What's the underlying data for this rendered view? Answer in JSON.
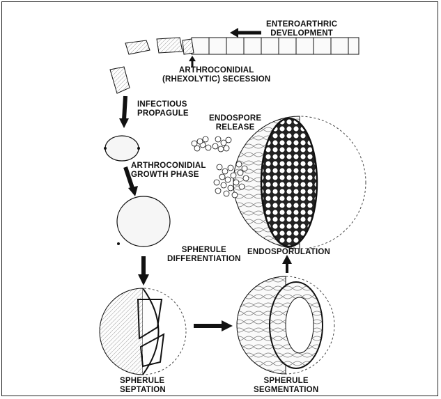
{
  "labels": {
    "enteroarthric": [
      "ENTEROARTHRIC",
      "DEVELOPMENT"
    ],
    "arthroconidial_secession": [
      "ARTHROCONIDIAL",
      "(RHEXOLYTIC) SECESSION"
    ],
    "infectious_propagule": [
      "INFECTIOUS",
      "PROPAGULE"
    ],
    "endospore_release": [
      "ENDOSPORE",
      "RELEASE"
    ],
    "growth_phase": [
      "ARTHROCONIDIAL",
      "GROWTH PHASE"
    ],
    "spherule_differentiation": [
      "SPHERULE",
      "DIFFERENTIATION"
    ],
    "endosporulation": "ENDOSPORULATION",
    "spherule_septation": [
      "SPHERULE",
      "SEPTATION"
    ],
    "spherule_segmentation": [
      "SPHERULE",
      "SEGMENTATION"
    ]
  },
  "colors": {
    "ink": "#111111",
    "fill": "#f4f4f4",
    "paper": "#ffffff"
  }
}
